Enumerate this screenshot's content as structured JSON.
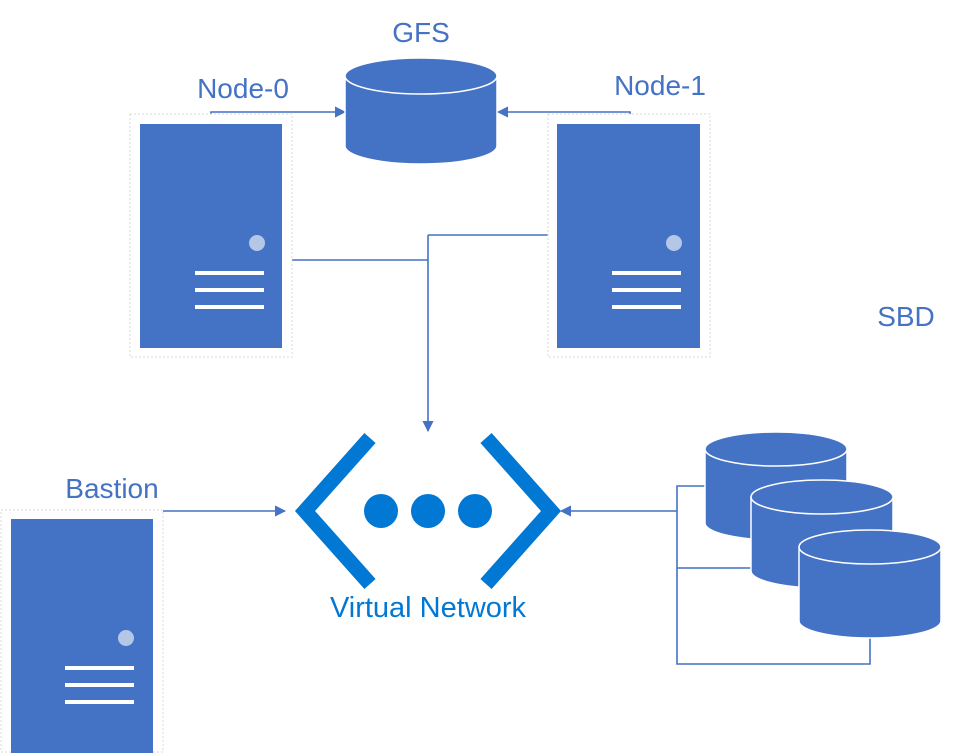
{
  "diagram": {
    "storage": {
      "gfs_label": "GFS",
      "sbd_label": "SBD"
    },
    "nodes": {
      "node0_label": "Node-0",
      "node1_label": "Node-1",
      "bastion_label": "Bastion"
    },
    "network": {
      "label": "Virtual Network"
    },
    "colors": {
      "primary": "#4472C4",
      "network": "#0078D4",
      "frame": "#D8D8D8",
      "light": "#B4C7E7"
    }
  }
}
